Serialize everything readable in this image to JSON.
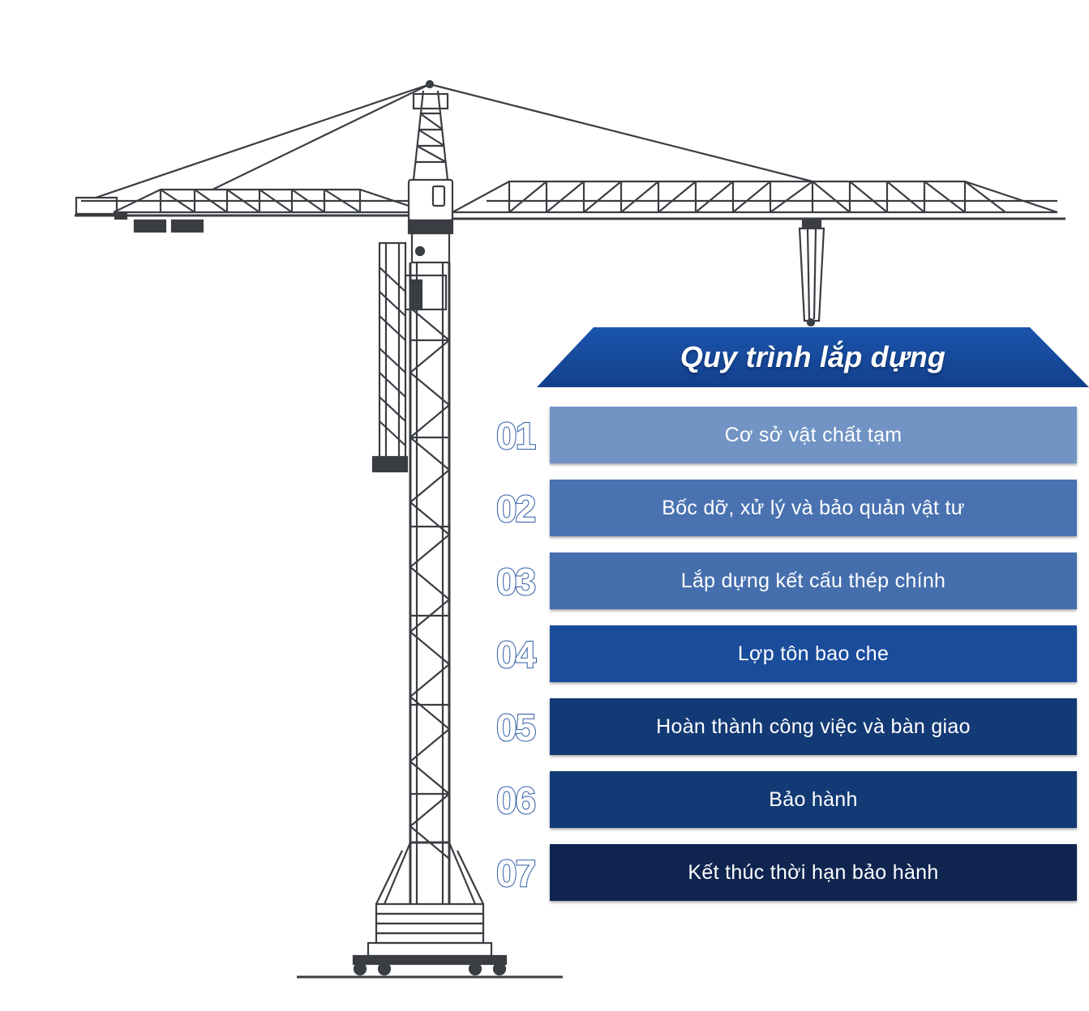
{
  "title": "Quy trình lắp dựng",
  "colors": {
    "banner": "#174a9e",
    "crane_stroke": "#3a3d42",
    "step_number_outline": "#2d5aa3"
  },
  "crane_icon": "tower-crane-illustration",
  "steps": [
    {
      "number": "01",
      "label": "Cơ sở vật chất tạm",
      "color": "#7194c4"
    },
    {
      "number": "02",
      "label": "Bốc dỡ, xử lý và bảo quản vật tư",
      "color": "#4a72b1"
    },
    {
      "number": "03",
      "label": "Lắp dựng kết cấu thép chính",
      "color": "#456ead"
    },
    {
      "number": "04",
      "label": "Lợp tôn bao che",
      "color": "#1a4c9c"
    },
    {
      "number": "05",
      "label": "Hoàn thành công việc và bàn giao",
      "color": "#133a75"
    },
    {
      "number": "06",
      "label": "Bảo hành",
      "color": "#133a75"
    },
    {
      "number": "07",
      "label": "Kết thúc thời hạn bảo hành",
      "color": "#0f2550"
    }
  ]
}
